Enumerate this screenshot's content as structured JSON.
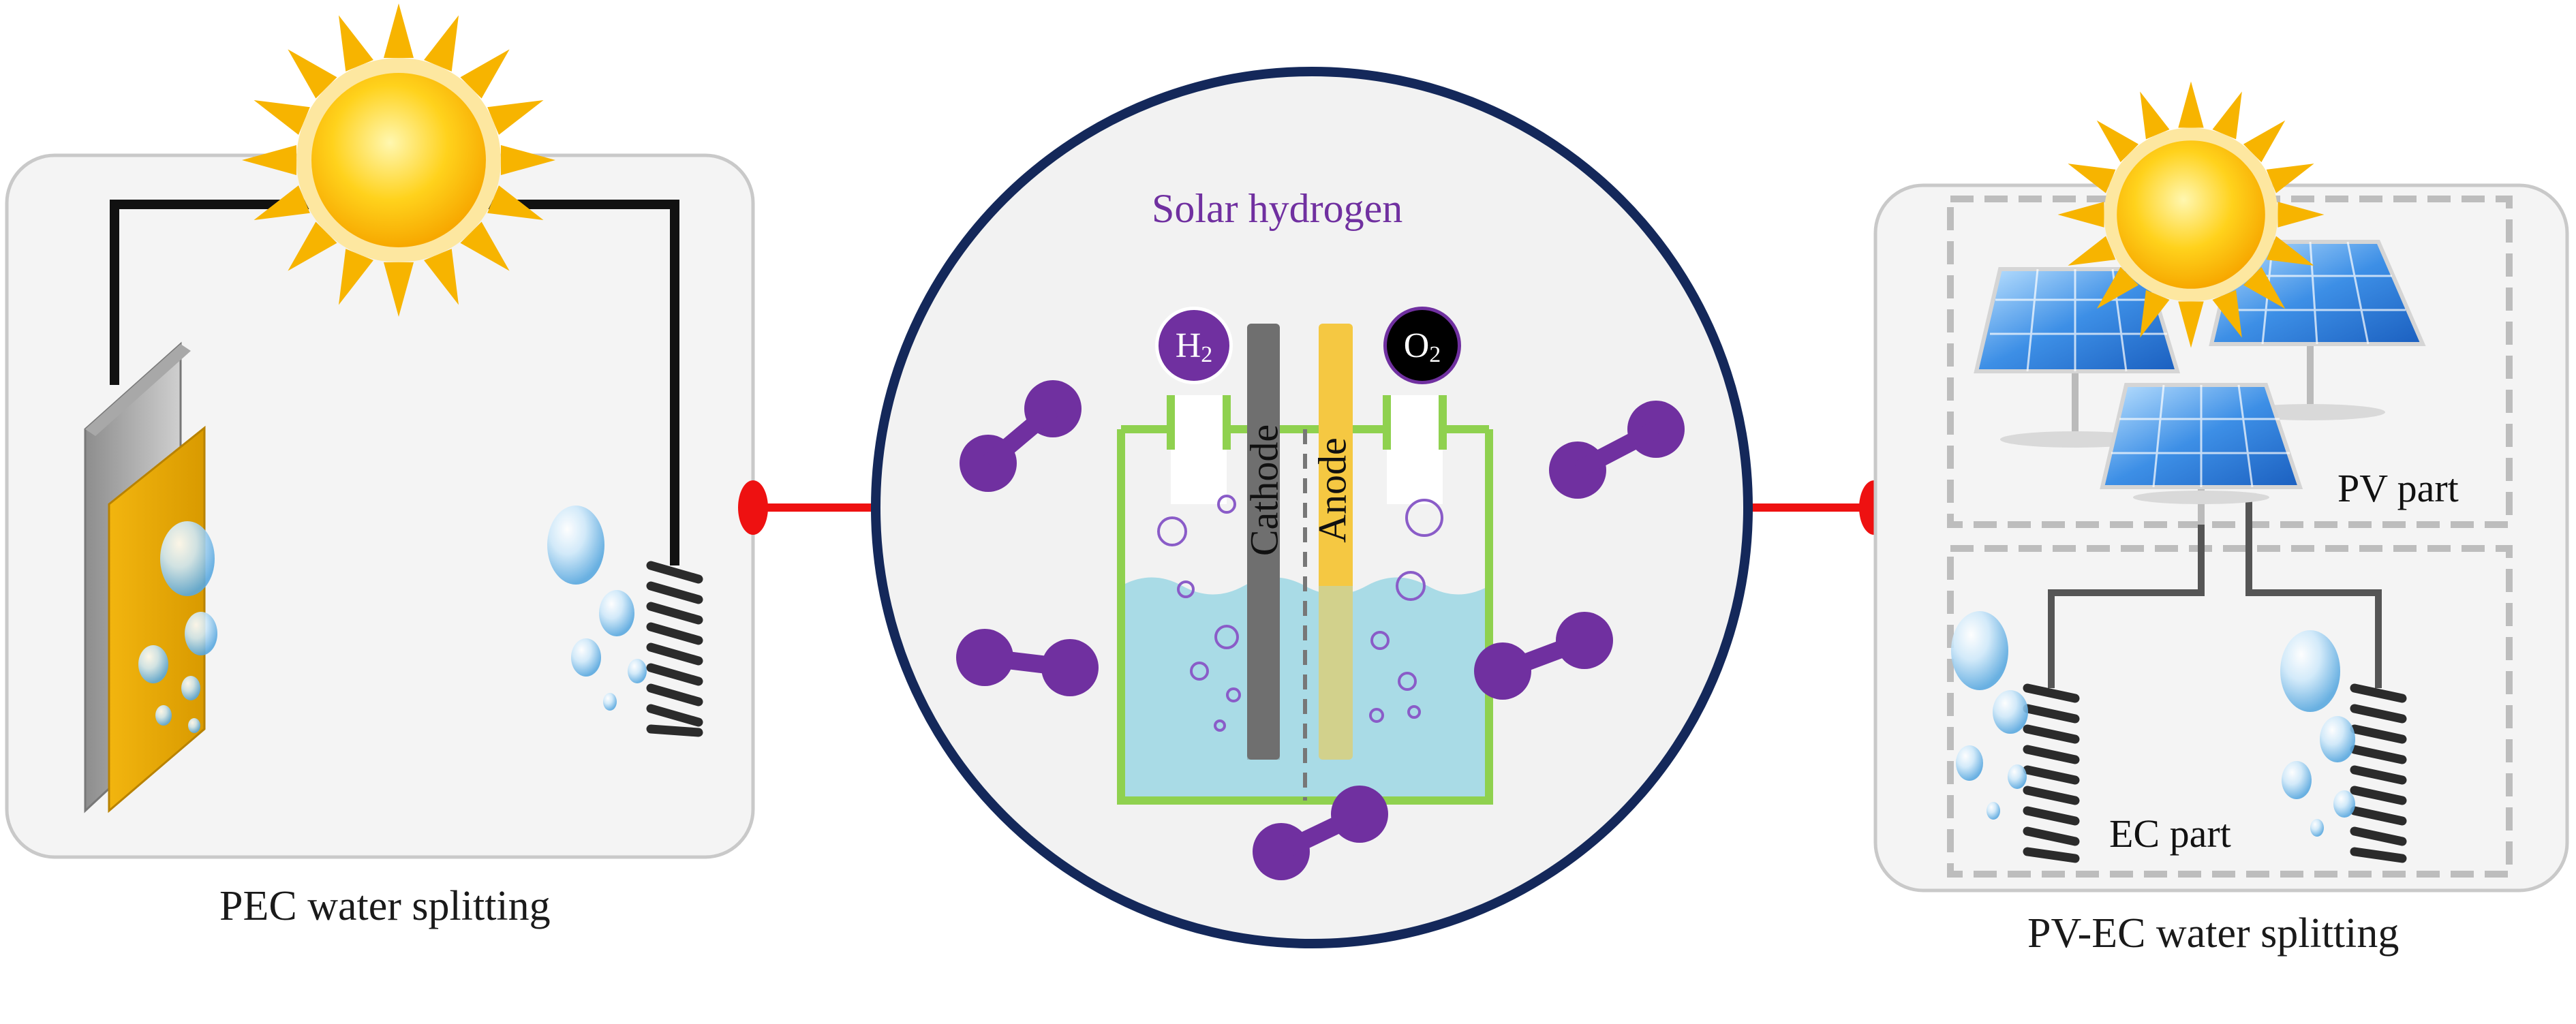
{
  "center": {
    "title": "Solar hydrogen",
    "cathode_label": "Cathode",
    "anode_label": "Anode",
    "h2_badge": "H",
    "h2_sub": "2",
    "o2_badge": "O",
    "o2_sub": "2"
  },
  "left": {
    "caption": "PEC water splitting"
  },
  "right": {
    "caption": "PV-EC water splitting",
    "pv_label": "PV part",
    "ec_label": "EC part"
  },
  "colors": {
    "title_purple": "#7030a0",
    "molecule_purple": "#7030a0",
    "connector_red": "#ee1111",
    "circle_border": "#14285a",
    "water_blue": "#a9dbe6",
    "tank_green": "#8fd14f",
    "cathode_gray": "#6f6f6f",
    "anode_yellow": "#f5c842",
    "sun_yellow": "#f8b500"
  }
}
